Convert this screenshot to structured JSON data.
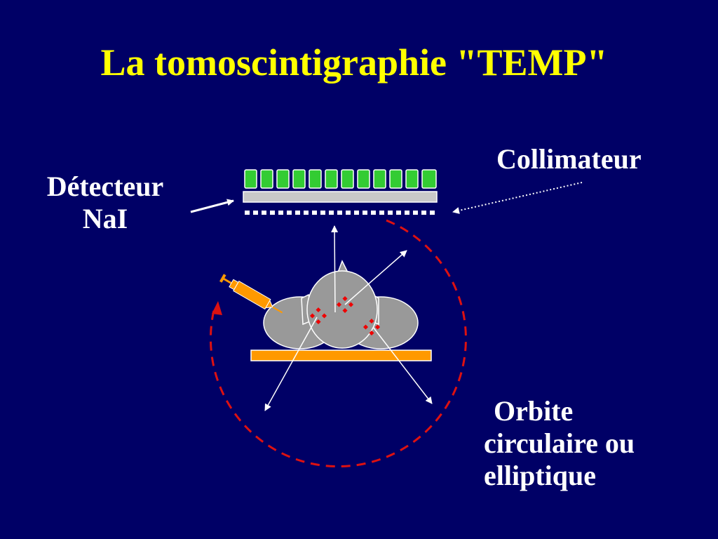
{
  "slide": {
    "title": "La tomoscintigraphie \"TEMP\""
  },
  "labels": {
    "detector_line1": "Détecteur",
    "detector_line2": "NaI",
    "collimator": "Collimateur",
    "orbit_line1": "Orbite",
    "orbit_line2": "circulaire ou",
    "orbit_line3": "elliptique"
  },
  "colors": {
    "background": "#000066",
    "title": "#ffff00",
    "text": "#ffffff",
    "crystal": "#33cc33",
    "collimator_bar": "#c8c8c8",
    "orbit": "#dd1111",
    "table": "#ff9900",
    "patient": "#999999",
    "hot_spots": "#ee0000"
  },
  "icons": {
    "syringe": "syringe-icon",
    "patient": "patient-head-icon"
  }
}
